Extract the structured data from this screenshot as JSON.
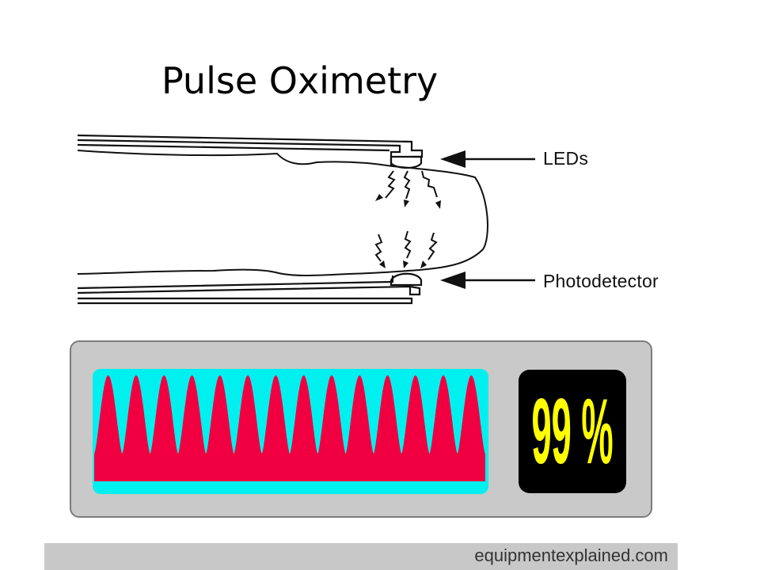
{
  "slide": {
    "title": "Pulse Oximetry"
  },
  "diagram": {
    "led_label": "LEDs",
    "photodetector_label": "Photodetector"
  },
  "monitor": {
    "spo2_reading": "99 %",
    "waveform_colors": {
      "background": "#00f0f0",
      "fill": "#f00040"
    },
    "pulse_count": 14,
    "display_colors": {
      "background": "#000000",
      "text": "#ffff00"
    }
  },
  "footer": {
    "text": "equipmentexplained.com"
  }
}
